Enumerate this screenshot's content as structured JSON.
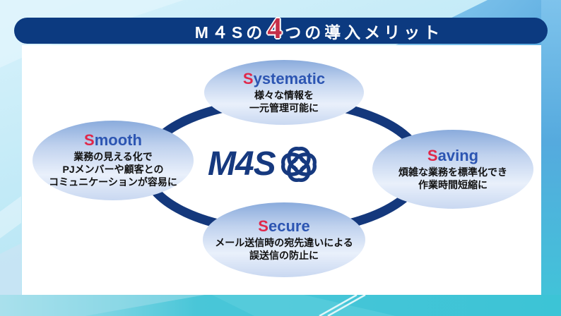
{
  "title": {
    "prefix": "M４Sの",
    "big_number": "4",
    "suffix": "つの導入メリット"
  },
  "logo": {
    "text": "M4S",
    "icon": "clover-knot-icon"
  },
  "benefits": [
    {
      "id": "systematic",
      "initial": "S",
      "rest": "ystematic",
      "lines": [
        "様々な情報を",
        "一元管理可能に"
      ]
    },
    {
      "id": "smooth",
      "initial": "S",
      "rest": "mooth",
      "lines": [
        "業務の見える化で",
        "PJメンバーや顧客との",
        "コミュニケーションが容易に"
      ]
    },
    {
      "id": "saving",
      "initial": "S",
      "rest": "aving",
      "lines": [
        "煩雑な業務を標準化でき",
        "作業時間短縮に"
      ]
    },
    {
      "id": "secure",
      "initial": "S",
      "rest": "ecure",
      "lines": [
        "メール送信時の宛先違いによる",
        "誤送信の防止に"
      ]
    }
  ],
  "colors": {
    "title_bar_navy": "#0c3a80",
    "ring_navy": "#14387c",
    "logo_navy": "#16397f",
    "accent_red": "#c52f48",
    "heading_red": "#e0274a",
    "heading_blue": "#2c55b2",
    "oval_gradient_top": "#8aabdc",
    "oval_gradient_bottom": "#c9d8f1",
    "background_light_blue": "#cdeefa",
    "corner_blue": "#4aa3dd",
    "bottom_band_teal": "#41c6d8"
  }
}
